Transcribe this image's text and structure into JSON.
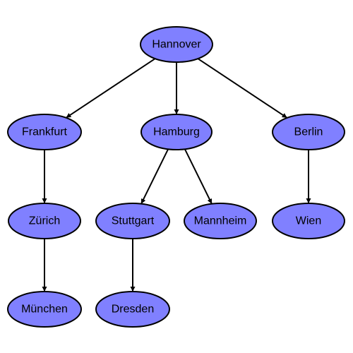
{
  "colors": {
    "node_fill": "#8080ff",
    "node_stroke": "#000000",
    "edge": "#000000",
    "background": "#ffffff"
  },
  "nodes": [
    {
      "id": "hannover",
      "label": "Hannover"
    },
    {
      "id": "frankfurt",
      "label": "Frankfurt"
    },
    {
      "id": "hamburg",
      "label": "Hamburg"
    },
    {
      "id": "berlin",
      "label": "Berlin"
    },
    {
      "id": "zurich",
      "label": "Zürich"
    },
    {
      "id": "stuttgart",
      "label": "Stuttgart"
    },
    {
      "id": "mannheim",
      "label": "Mannheim"
    },
    {
      "id": "wien",
      "label": "Wien"
    },
    {
      "id": "munchen",
      "label": "München"
    },
    {
      "id": "dresden",
      "label": "Dresden"
    }
  ],
  "edges": [
    {
      "from": "hannover",
      "to": "frankfurt"
    },
    {
      "from": "hannover",
      "to": "hamburg"
    },
    {
      "from": "hannover",
      "to": "berlin"
    },
    {
      "from": "frankfurt",
      "to": "zurich"
    },
    {
      "from": "hamburg",
      "to": "stuttgart"
    },
    {
      "from": "hamburg",
      "to": "mannheim"
    },
    {
      "from": "berlin",
      "to": "wien"
    },
    {
      "from": "zurich",
      "to": "munchen"
    },
    {
      "from": "stuttgart",
      "to": "dresden"
    }
  ]
}
